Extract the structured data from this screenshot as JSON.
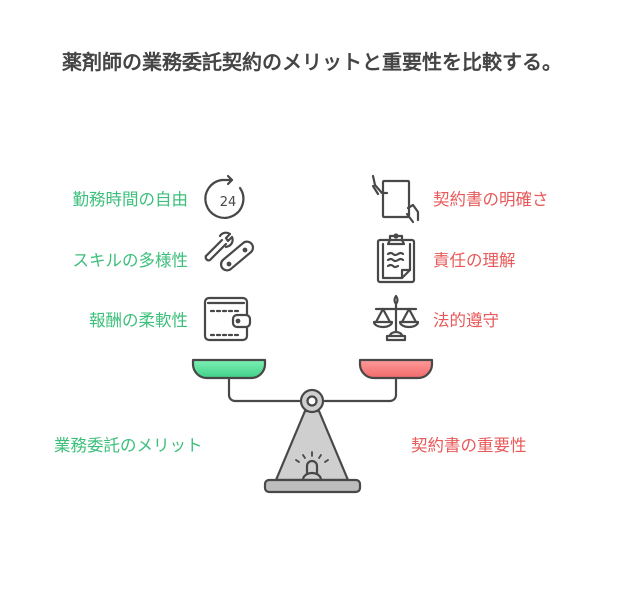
{
  "title": "薬剤師の業務委託契約のメリットと重要性を比較する。",
  "left": {
    "heading": "業務委託のメリット",
    "items": [
      {
        "label": "勤務時間の自由",
        "icon": "clock-24-icon"
      },
      {
        "label": "スキルの多様性",
        "icon": "wrench-icon"
      },
      {
        "label": "報酬の柔軟性",
        "icon": "wallet-icon"
      }
    ],
    "color": "#3cbf7b"
  },
  "right": {
    "heading": "契約書の重要性",
    "items": [
      {
        "label": "契約書の明確さ",
        "icon": "document-handover-icon"
      },
      {
        "label": "責任の理解",
        "icon": "clipboard-icon"
      },
      {
        "label": "法的遵守",
        "icon": "scales-icon"
      }
    ],
    "color": "#e85a5a"
  },
  "icon_24_text": "24"
}
